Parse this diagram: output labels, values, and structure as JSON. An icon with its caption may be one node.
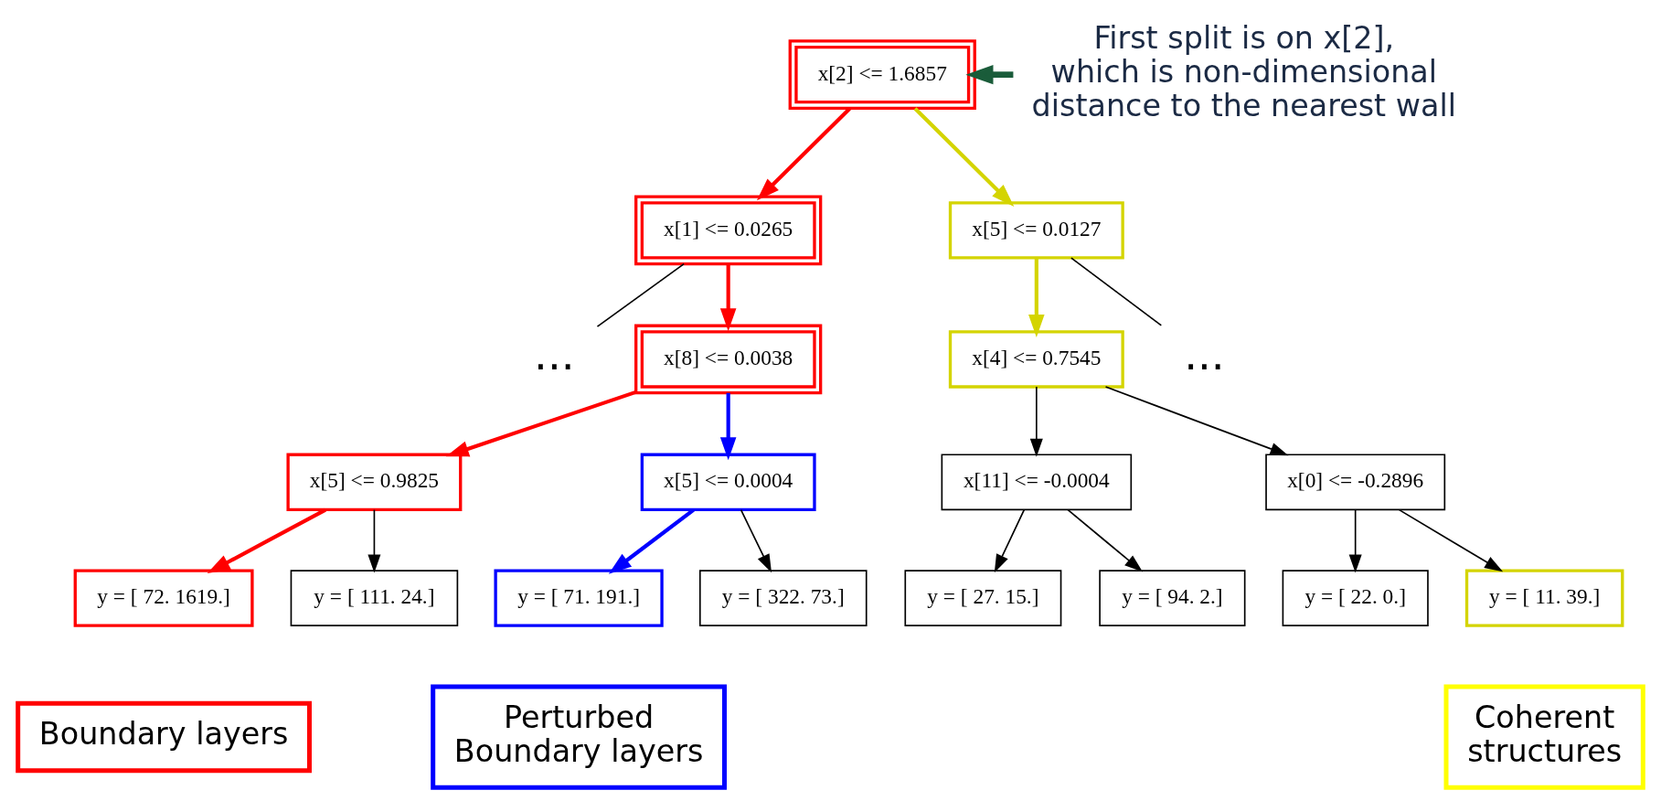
{
  "diagram": {
    "nodes": [
      {
        "text": [
          "x[2] <= 1.6857"
        ]
      },
      {
        "text": [
          "x[1] <= 0.0265"
        ]
      },
      {
        "text": [
          "x[5] <= 0.0127"
        ]
      },
      {
        "text": [
          "..."
        ]
      },
      {
        "text": [
          "x[8] <= 0.0038"
        ]
      },
      {
        "text": [
          "x[4] <= 0.7545"
        ]
      },
      {
        "text": [
          "..."
        ]
      },
      {
        "text": [
          "x[5] <= 0.9825"
        ]
      },
      {
        "text": [
          "x[5] <= 0.0004"
        ]
      },
      {
        "text": [
          "x[11] <= -0.0004"
        ]
      },
      {
        "text": [
          "x[0] <= -0.2896"
        ]
      },
      {
        "text": [
          "y = [ 72. 1619.]"
        ]
      },
      {
        "text": [
          "y = [ 111. 24.]"
        ]
      },
      {
        "text": [
          "y = [ 71. 191.]"
        ]
      },
      {
        "text": [
          "y = [ 322. 73.]"
        ]
      },
      {
        "text": [
          "y = [ 27. 15.]"
        ]
      },
      {
        "text": [
          "y = [ 94. 2.]"
        ]
      },
      {
        "text": [
          "y = [ 22. 0.]"
        ]
      },
      {
        "text": [
          "y = [ 11. 39.]"
        ]
      },
      {
        "text": [
          "First split is on x[2], which is non-dimensional distance to the nearest wall"
        ]
      }
    ],
    "edges": [
      {
        "from": 0,
        "to": 1,
        "arrow": "to",
        "color": "#ff0000"
      },
      {
        "from": 0,
        "to": 2,
        "arrow": "to",
        "color": "#d4d400"
      },
      {
        "from": 1,
        "to": 3,
        "arrow": "none"
      },
      {
        "from": 1,
        "to": 4,
        "arrow": "to",
        "color": "#ff0000"
      },
      {
        "from": 2,
        "to": 5,
        "arrow": "to",
        "color": "#d4d400"
      },
      {
        "from": 2,
        "to": 6,
        "arrow": "none"
      },
      {
        "from": 4,
        "to": 7,
        "arrow": "to",
        "color": "#ff0000"
      },
      {
        "from": 4,
        "to": 8,
        "arrow": "to",
        "color": "#0000ff"
      },
      {
        "from": 5,
        "to": 9,
        "arrow": "to"
      },
      {
        "from": 5,
        "to": 10,
        "arrow": "to"
      },
      {
        "from": 7,
        "to": 11,
        "arrow": "to",
        "color": "#ff0000"
      },
      {
        "from": 7,
        "to": 12,
        "arrow": "to"
      },
      {
        "from": 8,
        "to": 13,
        "arrow": "to",
        "color": "#0000ff"
      },
      {
        "from": 8,
        "to": 14,
        "arrow": "to"
      },
      {
        "from": 9,
        "to": 15,
        "arrow": "to"
      },
      {
        "from": 9,
        "to": 16,
        "arrow": "to"
      },
      {
        "from": 10,
        "to": 17,
        "arrow": "to"
      },
      {
        "from": 10,
        "to": 18,
        "arrow": "to"
      },
      {
        "from": 19,
        "to": 0,
        "arrow": "to",
        "style": "thick",
        "color": "#1a5c3a"
      }
    ],
    "legend": [
      {
        "text": "Boundary layers",
        "color": "#ff0000"
      },
      {
        "text": "Perturbed Boundary layers",
        "color": "#0000ff"
      },
      {
        "text": "Coherent structures",
        "color": "#ffff00"
      }
    ]
  }
}
